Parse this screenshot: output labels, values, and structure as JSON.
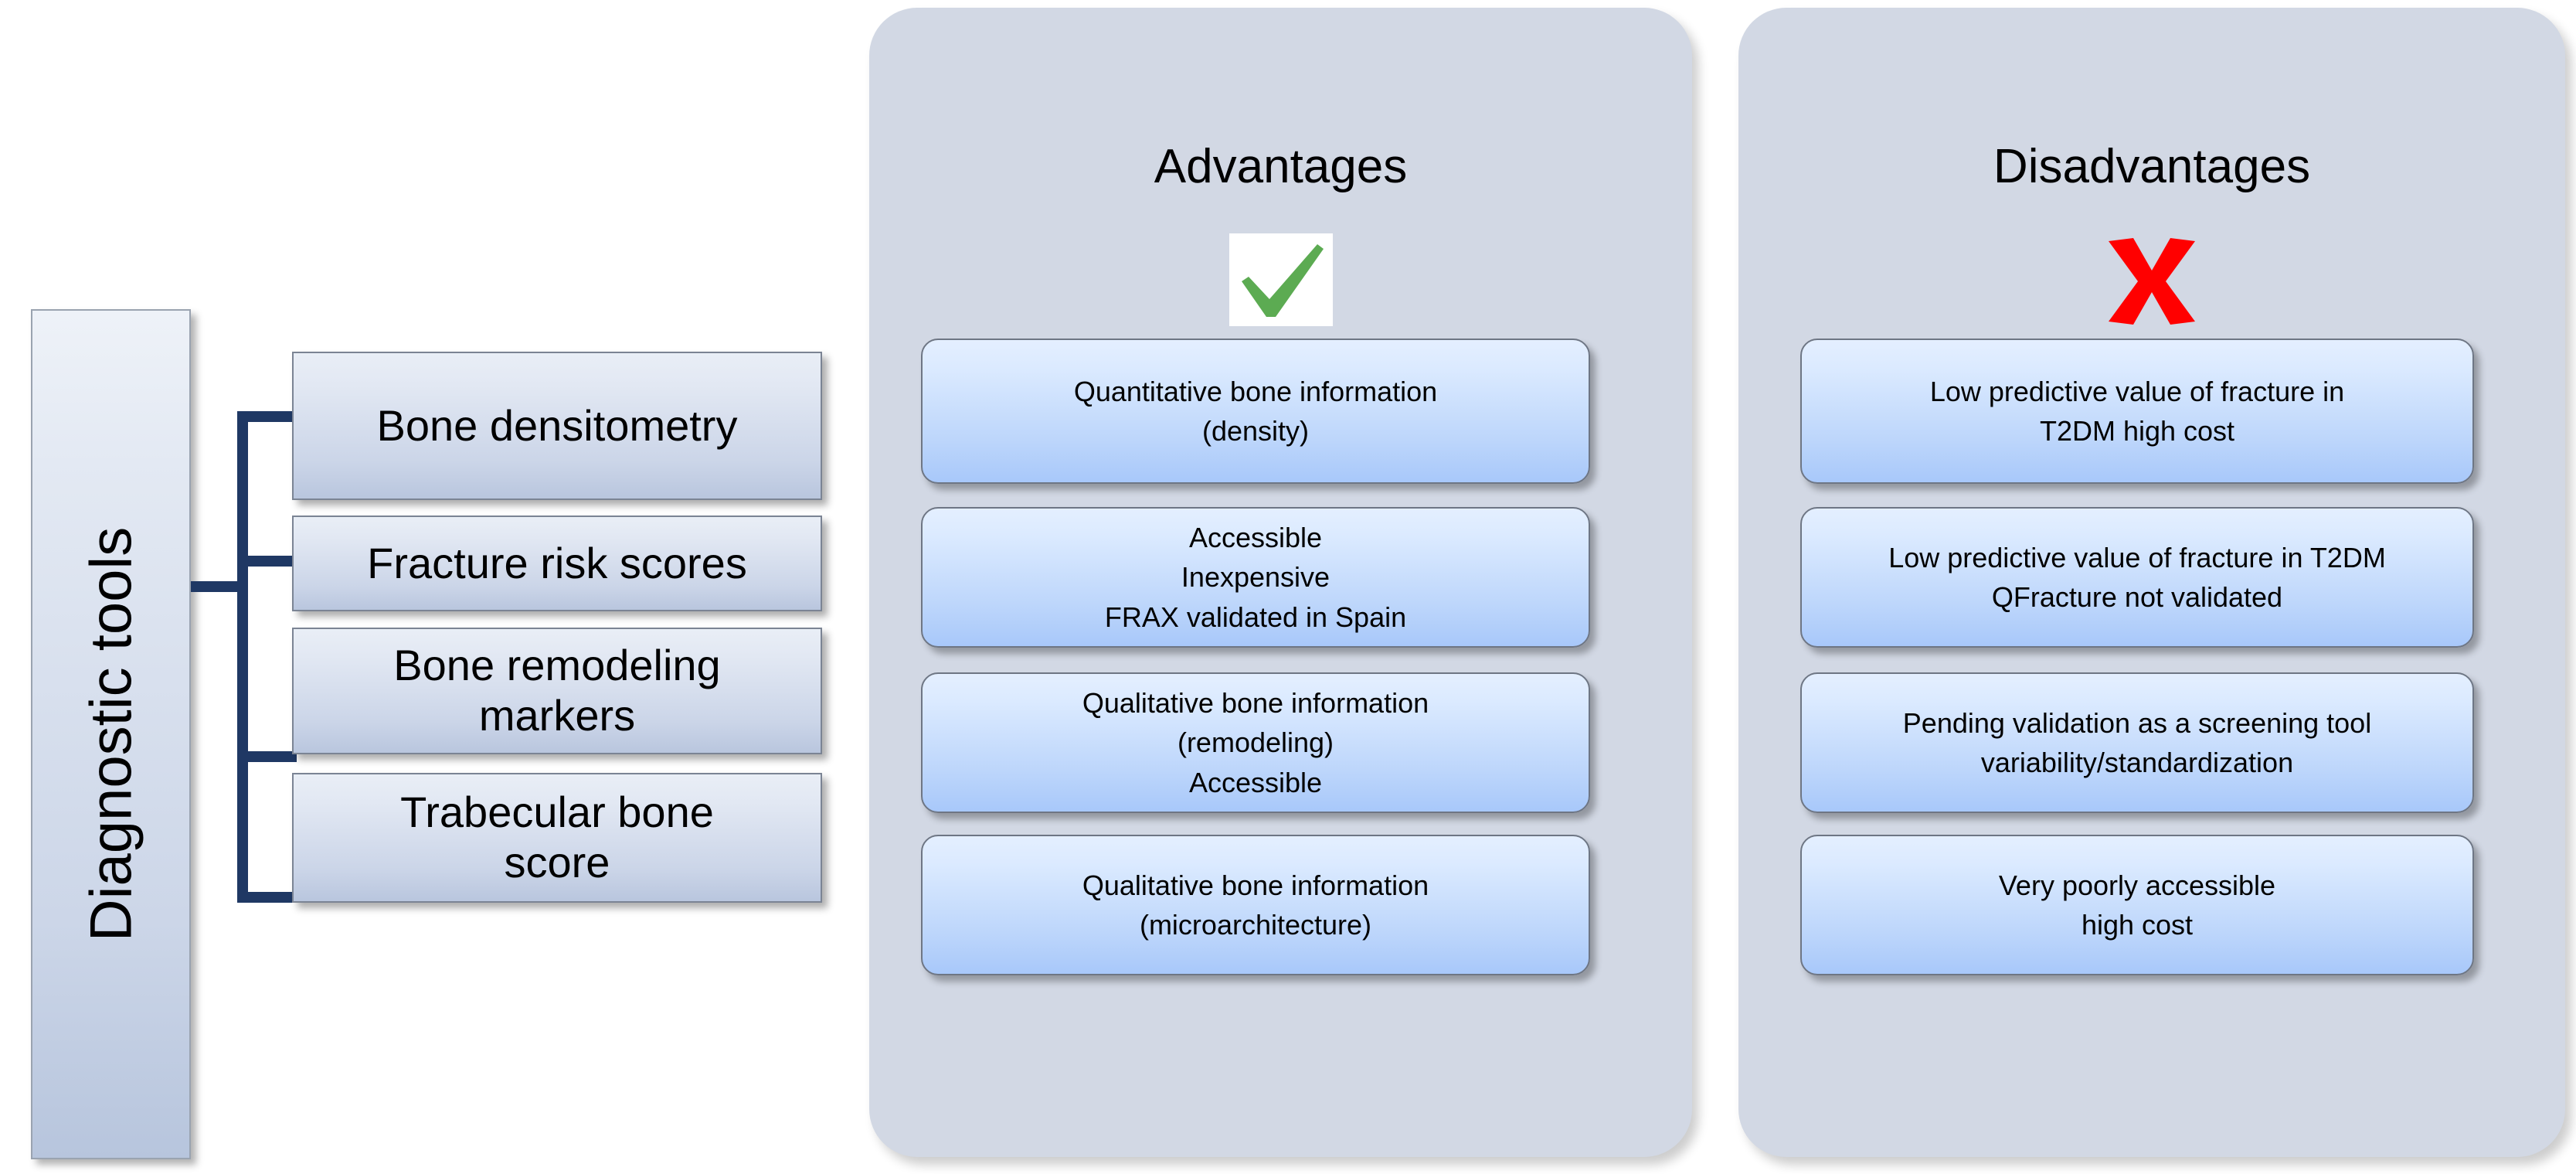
{
  "diagram": {
    "type": "comparison-tree",
    "root": {
      "label": "Diagnostic tools",
      "orientation": "vertical-text"
    },
    "tools": [
      {
        "label": "Bone densitometry"
      },
      {
        "label": "Fracture risk scores"
      },
      {
        "label": "Bone remodeling\nmarkers"
      },
      {
        "label": "Trabecular bone\nscore"
      }
    ],
    "columns": [
      {
        "id": "advantages",
        "title": "Advantages",
        "icon": "green-check-icon",
        "icon_color": "#5CAB52",
        "items": [
          {
            "text": "Quantitative bone information\n(density)"
          },
          {
            "text": "Accessible\nInexpensive\nFRAX validated in Spain"
          },
          {
            "text": "Qualitative bone information\n(remodeling)\nAccessible"
          },
          {
            "text": "Qualitative bone information\n(microarchitecture)"
          }
        ]
      },
      {
        "id": "disadvantages",
        "title": "Disadvantages",
        "icon": "red-cross-icon",
        "icon_color": "#FF0000",
        "items": [
          {
            "text": "Low predictive value of fracture in\nT2DM high cost"
          },
          {
            "text": "Low predictive value of fracture in T2DM\nQFracture not validated"
          },
          {
            "text": "Pending validation as a screening tool\nvariability/standardization"
          },
          {
            "text": "Very poorly accessible\nhigh cost"
          }
        ]
      }
    ],
    "colors": {
      "connector": "#1F3864",
      "panel_background": "#D2D8E4",
      "card_gradient_top": "#E4EFFF",
      "card_gradient_bottom": "#A8C8FA",
      "tool_gradient_top": "#E9EEF6",
      "tool_gradient_bottom": "#B9C6DE",
      "page_background": "#FFFFFF"
    }
  }
}
